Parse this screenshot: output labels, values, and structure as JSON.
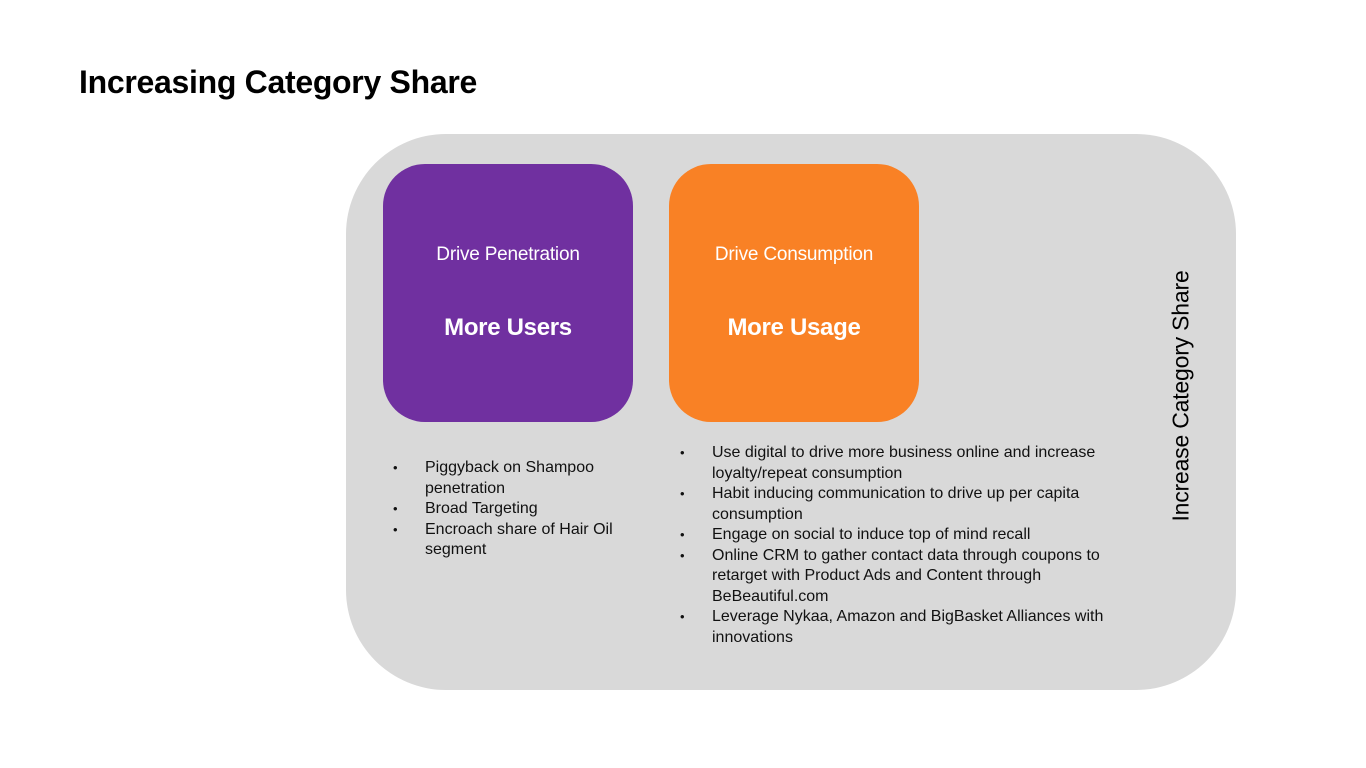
{
  "slide": {
    "title": "Increasing Category Share",
    "side_label": "Increase Category Share",
    "colors": {
      "panel": "#d9d9d9",
      "purple": "#7030a0",
      "orange": "#f98125"
    },
    "tiles": [
      {
        "subtitle": "Drive Penetration",
        "headline": "More Users"
      },
      {
        "subtitle": "Drive Consumption",
        "headline": "More Usage"
      }
    ],
    "penetration_bullets": [
      "Piggyback on Shampoo penetration",
      "Broad Targeting",
      "Encroach share of Hair Oil segment"
    ],
    "consumption_bullets": [
      "Use digital to drive more business online and increase loyalty/repeat consumption",
      "Habit inducing communication to drive up per capita consumption",
      "Engage on social to induce top of mind recall",
      "Online CRM to gather contact data through coupons to retarget with Product Ads and Content through BeBeautiful.com",
      "Leverage Nykaa, Amazon and BigBasket Alliances with innovations"
    ]
  }
}
